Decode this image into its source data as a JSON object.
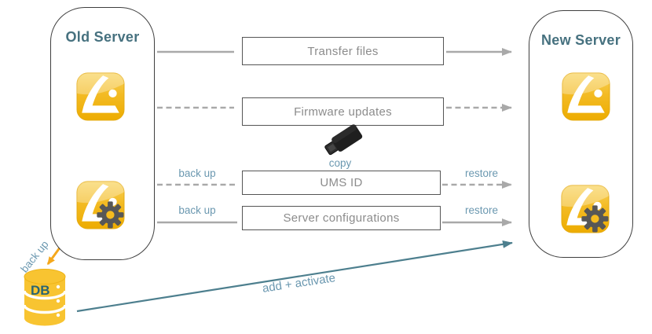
{
  "old_server": {
    "title": "Old Server"
  },
  "new_server": {
    "title": "New Server"
  },
  "steps": [
    {
      "label": "Transfer files",
      "line_style": "solid",
      "left_label": "",
      "right_label": ""
    },
    {
      "label": "Firmware updates",
      "line_style": "dashed",
      "left_label": "",
      "right_label": ""
    },
    {
      "label": "UMS ID",
      "line_style": "dashed",
      "left_label": "back up",
      "right_label": "restore"
    },
    {
      "label": "Server configurations",
      "line_style": "solid",
      "left_label": "back up",
      "right_label": "restore"
    }
  ],
  "usb": {
    "label": "copy",
    "icon": "usb-stick-icon"
  },
  "db": {
    "label": "DB",
    "backup_label": "back up",
    "icon": "database-icon"
  },
  "bottom_arrow": {
    "label": "add + activate"
  },
  "icons": {
    "old_top": "ums-application-icon",
    "old_bottom": "ums-configuration-gear-icon",
    "new_top": "ums-application-icon",
    "new_bottom": "ums-configuration-gear-icon"
  },
  "colors": {
    "server_title": "#46717f",
    "flow_label": "#6b98b0",
    "box_border": "#555555",
    "box_text": "#8c8c8c",
    "gray_arrow": "#a9a9a9",
    "orange_arrow": "#f5a81c",
    "teal_arrow": "#4d7f8e",
    "icon_yellow": "#f3bb24",
    "gear_gray": "#575756",
    "db_yellow": "#f8c431",
    "db_text": "#2a6470",
    "usb_black": "#1f1f1f"
  }
}
